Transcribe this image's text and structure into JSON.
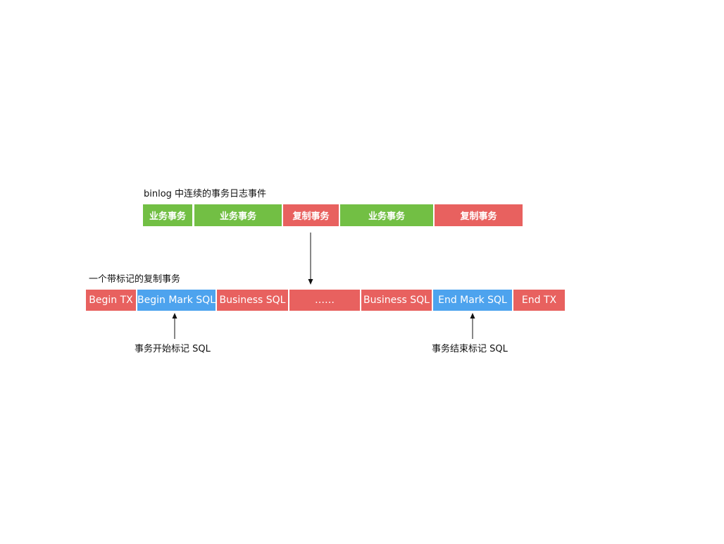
{
  "title_top": "binlog 中连续的事务日志事件",
  "binlog_row": [
    {
      "label": "业务事务",
      "type": "business"
    },
    {
      "label": "业务事务",
      "type": "business"
    },
    {
      "label": "复制事务",
      "type": "replication"
    },
    {
      "label": "业务事务",
      "type": "business"
    },
    {
      "label": "复制事务",
      "type": "replication"
    }
  ],
  "title_bottom": "一个带标记的复制事务",
  "tx_row": [
    {
      "label": "Begin TX",
      "type": "tx"
    },
    {
      "label": "Begin Mark SQL",
      "type": "mark"
    },
    {
      "label": "Business SQL",
      "type": "tx"
    },
    {
      "label": "……",
      "type": "tx"
    },
    {
      "label": "Business SQL",
      "type": "tx"
    },
    {
      "label": "End Mark SQL",
      "type": "mark"
    },
    {
      "label": "End TX",
      "type": "tx"
    }
  ],
  "annotations": {
    "begin_mark": "事务开始标记 SQL",
    "end_mark": "事务结束标记 SQL"
  },
  "colors": {
    "business": "#72bf44",
    "replication": "#e8615f",
    "tx": "#e8615f",
    "mark": "#4da3ee"
  }
}
